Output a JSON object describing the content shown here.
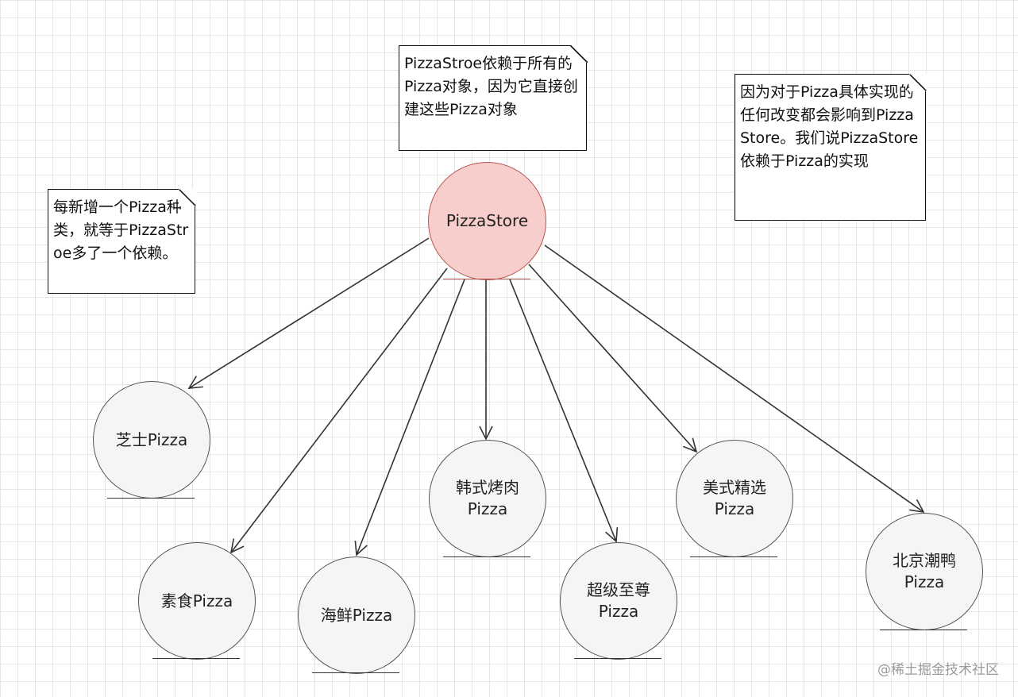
{
  "diagram": {
    "colors": {
      "store_fill": "#f8cecc",
      "store_stroke": "#b85450",
      "pizza_fill": "#f5f5f5",
      "pizza_stroke": "#555555",
      "arrow": "#333333",
      "grid": "#e6e6e6"
    },
    "store": {
      "label": "PizzaStore"
    },
    "pizzas": [
      {
        "label": "芝士Pizza"
      },
      {
        "label": "素食Pizza"
      },
      {
        "label": "海鲜Pizza"
      },
      {
        "label": "韩式烤肉Pizza"
      },
      {
        "label": "超级至尊Pizza"
      },
      {
        "label": "美式精选Pizza"
      },
      {
        "label": "北京潮鸭Pizza"
      }
    ],
    "notes": {
      "top": "PizzaStroe依赖于所有的Pizza对象，因为它直接创建这些Pizza对象",
      "left": "每新增一个Pizza种类，就等于PizzaStroe多了一个依赖。",
      "right": "因为对于Pizza具体实现的任何改变都会影响到PizzaStore。我们说PizzaStore依赖于Pizza的实现"
    }
  },
  "watermark": "@稀土掘金技术社区"
}
